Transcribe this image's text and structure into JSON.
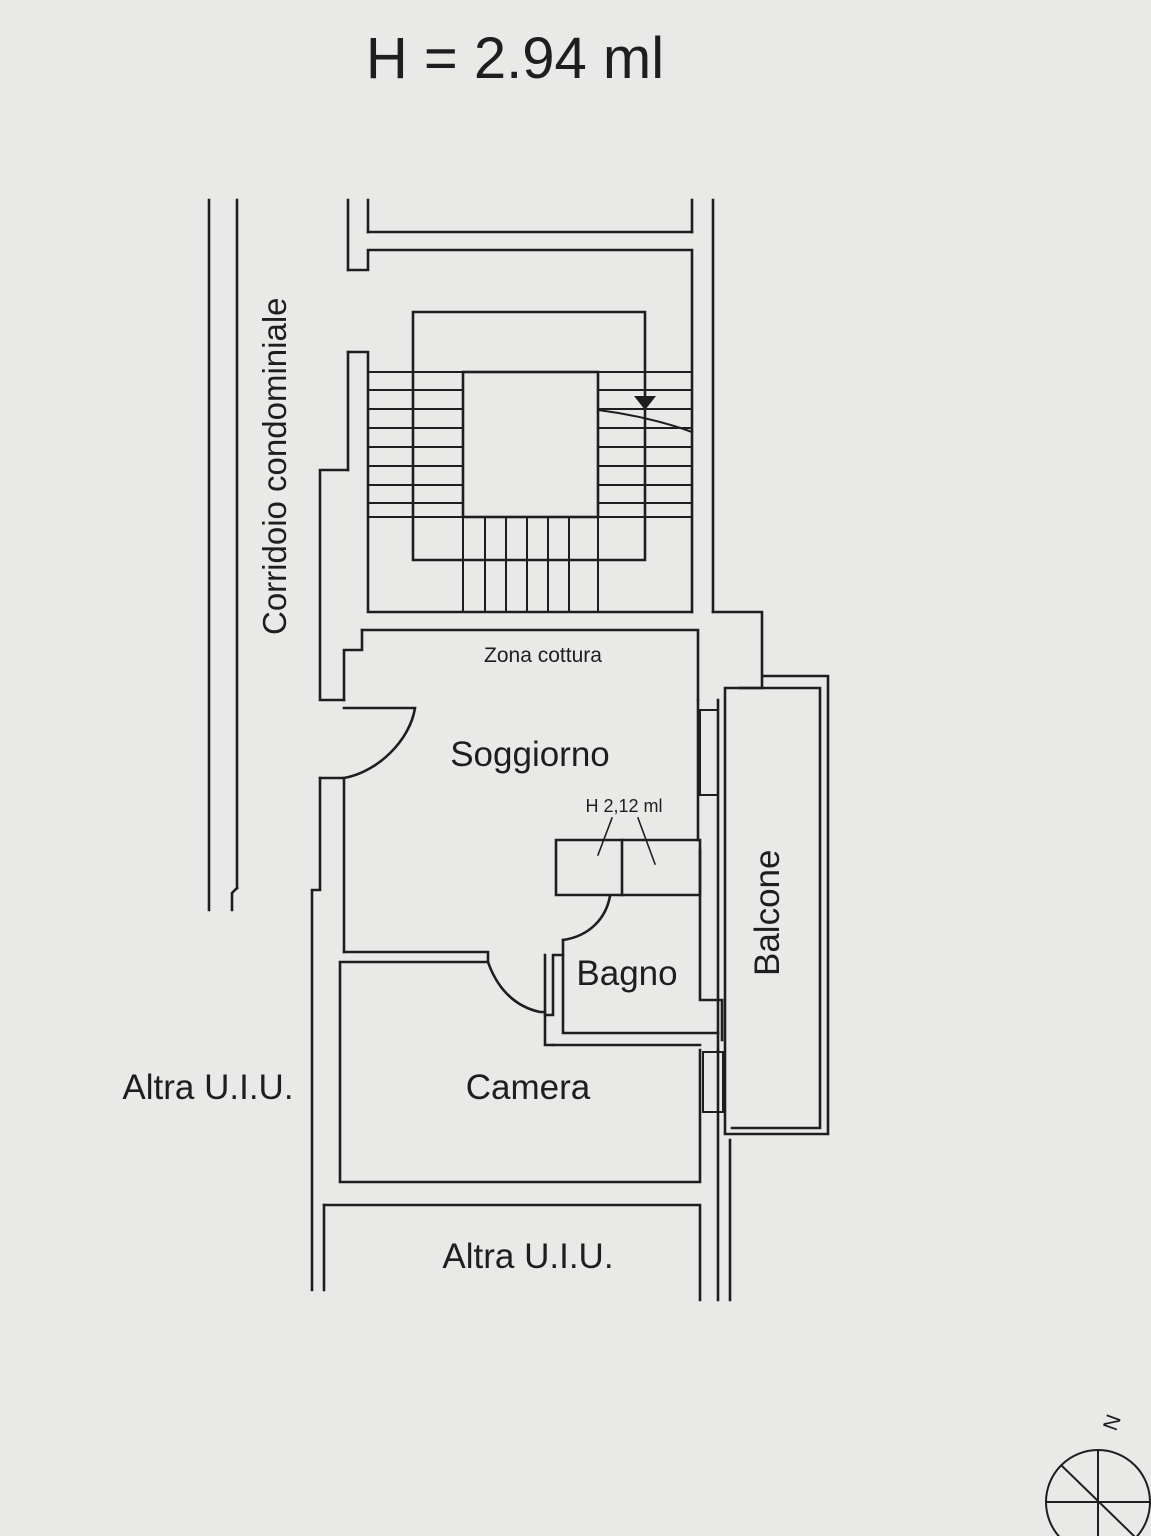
{
  "header": {
    "height_label": "H = 2.94 ml"
  },
  "rooms": {
    "corridor": "Corridoio condominiale",
    "kitchen_zone": "Zona cottura",
    "living": "Soggiorno",
    "ceiling_height": "H 2,12 ml",
    "bathroom": "Bagno",
    "bedroom": "Camera",
    "balcony": "Balcone",
    "other_unit_left": "Altra U.I.U.",
    "other_unit_bottom": "Altra U.I.U."
  },
  "compass": {
    "north_letter": "N"
  }
}
